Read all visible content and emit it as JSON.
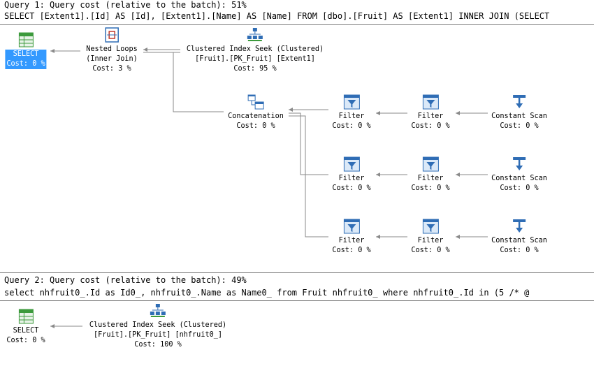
{
  "query1": {
    "header": "Query 1: Query cost (relative to the batch): 51%",
    "sql": "SELECT [Extent1].[Id] AS [Id], [Extent1].[Name] AS [Name] FROM [dbo].[Fruit] AS [Extent1] INNER JOIN (SELECT",
    "ops": {
      "select": {
        "l1": "SELECT",
        "l2": "Cost: 0 %",
        "icon": "select-icon"
      },
      "nested": {
        "l1": "Nested Loops",
        "l2": "(Inner Join)",
        "l3": "Cost: 3 %",
        "icon": "nested-loops-icon"
      },
      "seek": {
        "l1": "Clustered Index Seek (Clustered)",
        "l2": "[Fruit].[PK_Fruit] [Extent1]",
        "l3": "Cost: 95 %",
        "icon": "clustered-index-seek-icon"
      },
      "concat": {
        "l1": "Concatenation",
        "l2": "Cost: 0 %",
        "icon": "concatenation-icon"
      },
      "rows": [
        {
          "f1": {
            "l1": "Filter",
            "l2": "Cost: 0 %"
          },
          "f2": {
            "l1": "Filter",
            "l2": "Cost: 0 %"
          },
          "cs": {
            "l1": "Constant Scan",
            "l2": "Cost: 0 %"
          }
        },
        {
          "f1": {
            "l1": "Filter",
            "l2": "Cost: 0 %"
          },
          "f2": {
            "l1": "Filter",
            "l2": "Cost: 0 %"
          },
          "cs": {
            "l1": "Constant Scan",
            "l2": "Cost: 0 %"
          }
        },
        {
          "f1": {
            "l1": "Filter",
            "l2": "Cost: 0 %"
          },
          "f2": {
            "l1": "Filter",
            "l2": "Cost: 0 %"
          },
          "cs": {
            "l1": "Constant Scan",
            "l2": "Cost: 0 %"
          }
        }
      ]
    }
  },
  "query2": {
    "header": "Query 2: Query cost (relative to the batch): 49%",
    "sql": "select nhfruit0_.Id as Id0_, nhfruit0_.Name as Name0_ from Fruit nhfruit0_ where nhfruit0_.Id in (5 /* @",
    "ops": {
      "select": {
        "l1": "SELECT",
        "l2": "Cost: 0 %",
        "icon": "select-icon"
      },
      "seek": {
        "l1": "Clustered Index Seek (Clustered)",
        "l2": "[Fruit].[PK_Fruit] [nhfruit0_]",
        "l3": "Cost: 100 %",
        "icon": "clustered-index-seek-icon"
      }
    }
  },
  "colors": {
    "selection": "#3399ff",
    "icon_blue": "#2f6db5",
    "icon_green": "#3c9a3c",
    "connector": "#8a8a8a"
  }
}
